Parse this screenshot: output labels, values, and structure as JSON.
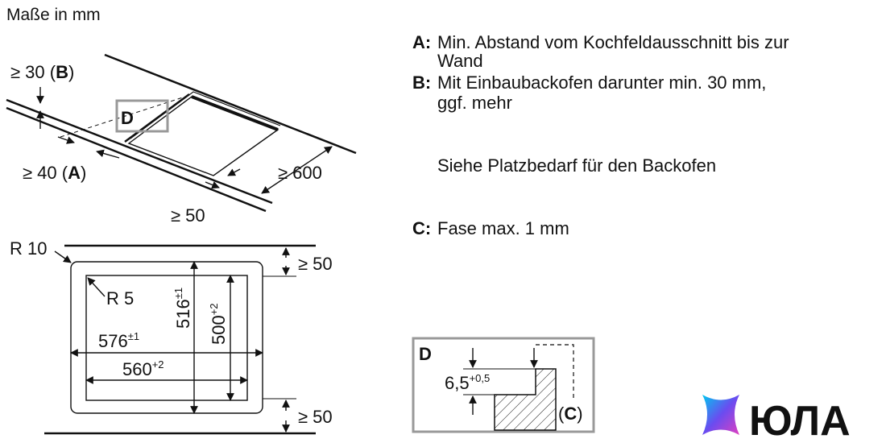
{
  "header": {
    "units": "Maße in mm"
  },
  "iso_view": {
    "label_b_prefix": "≥ 30 (",
    "label_b_key": "B",
    "label_b_suffix": ")",
    "label_a_prefix": "≥ 40 (",
    "label_a_key": "A",
    "label_a_suffix": ")",
    "label_600": "≥ 600",
    "label_50": "≥ 50",
    "detail_marker": "D"
  },
  "cutout_view": {
    "radius_outer": "R 10",
    "radius_inner": "R 5",
    "width_outer": "576",
    "width_outer_tol": "±1",
    "width_inner": "560",
    "width_inner_tol": "+2",
    "height_outer": "516",
    "height_outer_tol": "±1",
    "height_inner": "500",
    "height_inner_tol": "+2",
    "clear_top": "≥ 50",
    "clear_bottom": "≥ 50"
  },
  "legend": {
    "a_key": "A:",
    "a_line1": "Min. Abstand vom Kochfeldausschnitt bis zur",
    "a_line2": "Wand",
    "b_key": "B:",
    "b_line1": "Mit Einbaubackofen darunter min. 30 mm,",
    "b_line2": "ggf. mehr",
    "note": "Siehe Platzbedarf für den Backofen",
    "c_key": "C:",
    "c_text": "Fase max. 1 mm"
  },
  "detail": {
    "title": "D",
    "depth": "6,5",
    "depth_tol": "+0,5",
    "chamfer_prefix": "(",
    "chamfer_key": "C",
    "chamfer_suffix": ")"
  },
  "logo": {
    "text": "ЮЛА"
  },
  "colors": {
    "line": "#111111",
    "detail_frame": "#999999",
    "dashed": "#333333"
  }
}
